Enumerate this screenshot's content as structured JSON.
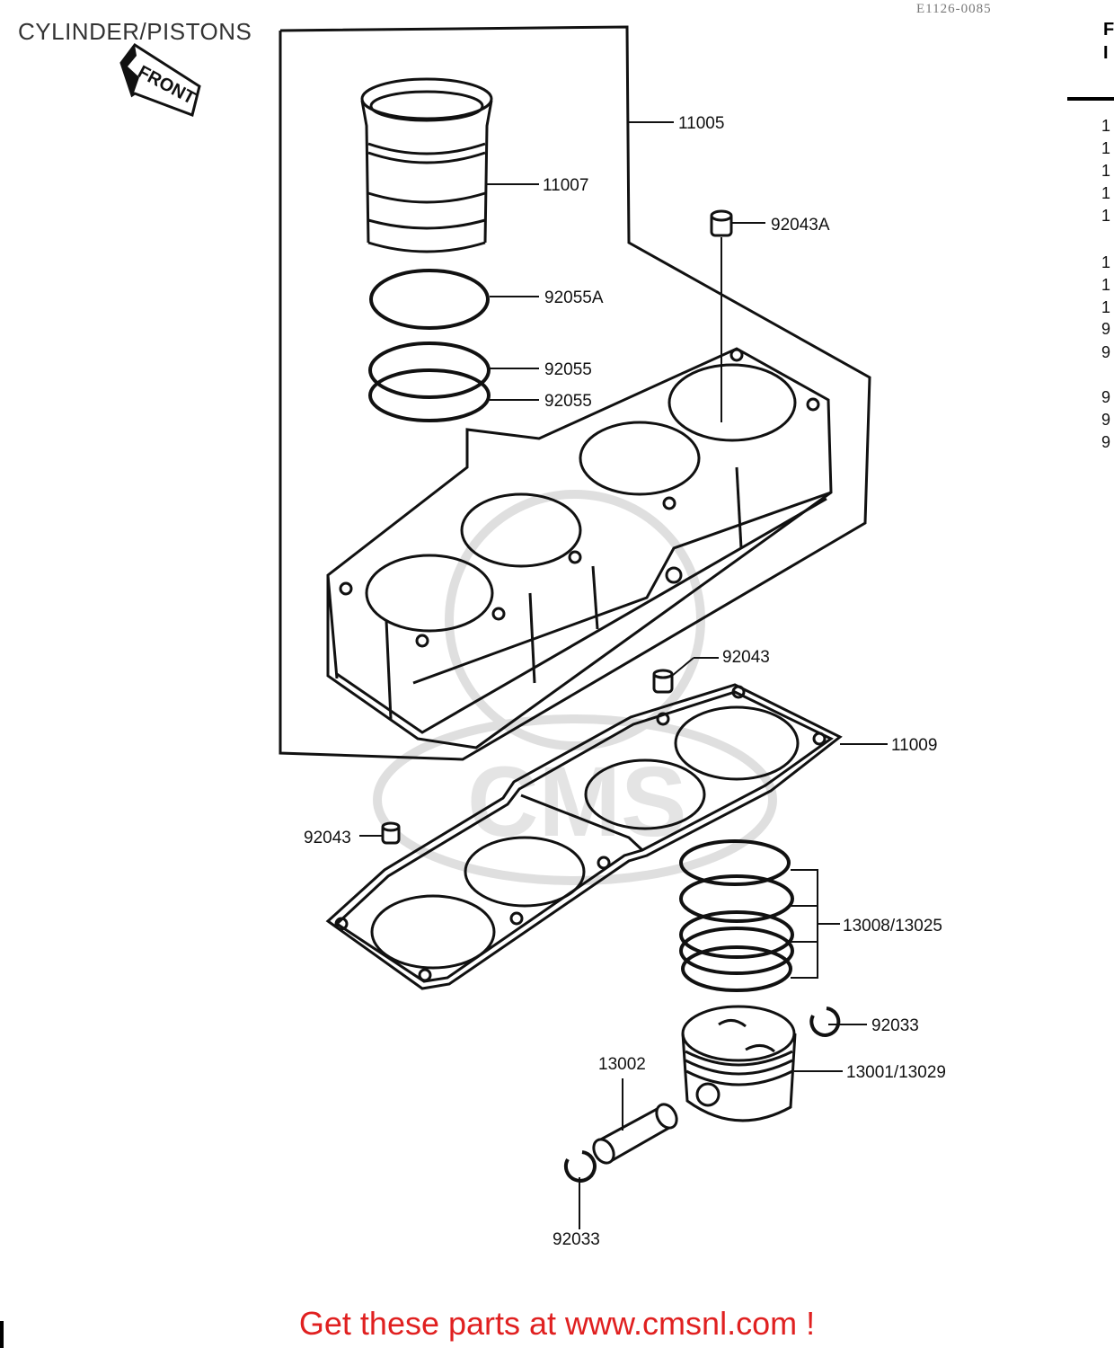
{
  "header": {
    "title": "CYLINDER/PISTONS",
    "ref_code": "E1126-0085",
    "front_badge": "FRONT"
  },
  "labels": {
    "p11005": "11005",
    "p11007": "11007",
    "p92043A": "92043A",
    "p92055A": "92055A",
    "p92055_upper": "92055",
    "p92055_lower": "92055",
    "p92043_upper": "92043",
    "p11009": "11009",
    "p92043_left": "92043",
    "p13008_13025": "13008/13025",
    "p92033_right": "92033",
    "p13001_13029": "13001/13029",
    "p13002": "13002",
    "p92033_bottom": "92033"
  },
  "cut_off_column": {
    "header_letters": [
      "F",
      "I"
    ],
    "row_digits": [
      "1",
      "1",
      "1",
      "1",
      "1",
      "1",
      "1",
      "1",
      "9",
      "9",
      "9",
      "9",
      "9"
    ]
  },
  "watermark": "CMS",
  "footer": {
    "link_text": "Get these parts at www.cmsnl.com !"
  },
  "colors": {
    "footer_link": "#e02020",
    "line_art": "#111111",
    "watermark": "#dcdcdc"
  }
}
